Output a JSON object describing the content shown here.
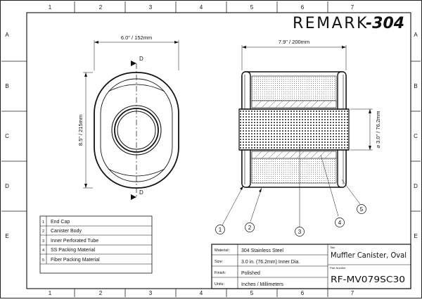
{
  "brand": {
    "prefix": "REMARK",
    "suffix": "-304"
  },
  "grid": {
    "columns": [
      "1",
      "2",
      "3",
      "4",
      "5",
      "6",
      "7"
    ],
    "rows": [
      "A",
      "B",
      "C",
      "D",
      "E"
    ]
  },
  "front_view": {
    "width_dim": "6.0\" / 152mm",
    "height_dim": "8.5\" / 215mm",
    "section_mark": "D"
  },
  "section_view": {
    "length_dim": "7.9\" / 200mm",
    "diameter_dim": "⌀ 3.0\" / 76.2mm"
  },
  "callouts": [
    "1",
    "2",
    "3",
    "4",
    "5"
  ],
  "parts": [
    {
      "num": "1",
      "name": "End Cap"
    },
    {
      "num": "2",
      "name": "Canister Body"
    },
    {
      "num": "3",
      "name": "Inner Perforated Tube"
    },
    {
      "num": "4",
      "name": "SS Packing Material"
    },
    {
      "num": "5",
      "name": "Fiber Packing Material"
    }
  ],
  "title_block": {
    "rows": [
      {
        "label": "Material:",
        "value": "304 Stainless Steel"
      },
      {
        "label": "Size:",
        "value": "3.0 in. (76.2mm) Inner Dia."
      },
      {
        "label": "Finish:",
        "value": "Polished"
      },
      {
        "label": "Units:",
        "value": "Inches / Millimeters"
      }
    ],
    "title_label": "Title",
    "title": "Muffler Canister, Oval",
    "part_label": "Part Number",
    "part_number": "RF-MV079SC30"
  }
}
